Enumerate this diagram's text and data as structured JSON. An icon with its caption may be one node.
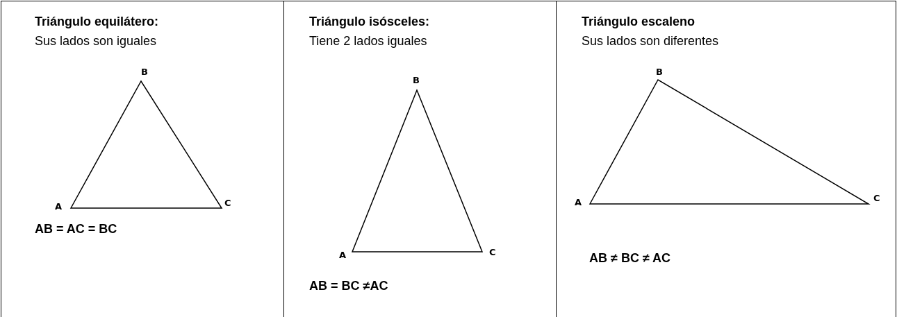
{
  "diagram": {
    "nodes": [
      {
        "text": [
          "Triángulo equilátero:",
          "Sus lados son iguales",
          "AB = AC = BC"
        ]
      },
      {
        "text": [
          "Triángulo isósceles:",
          "Tiene 2 lados iguales",
          "AB = BC ≠AC"
        ]
      },
      {
        "text": [
          "Triángulo escaleno",
          "Sus lados son diferentes",
          "AB ≠ BC ≠ AC"
        ]
      }
    ],
    "labels": [
      "B",
      "A",
      "C",
      "B",
      "A",
      "C",
      "B",
      "A",
      "C"
    ]
  }
}
